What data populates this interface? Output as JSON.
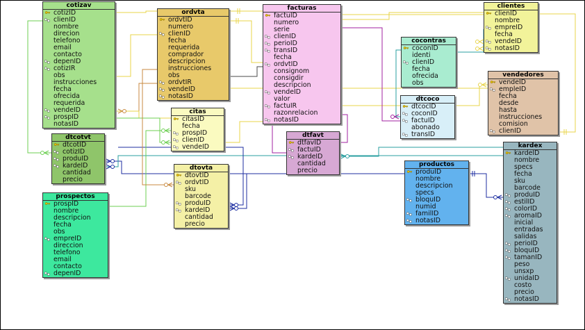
{
  "tables": [
    {
      "name": "cotizav",
      "color": "#a6e08c",
      "fields": [
        {
          "name": "cotizID",
          "icon": "key-icon"
        },
        {
          "name": "clienID",
          "icon": "fk-icon"
        },
        {
          "name": "nombre"
        },
        {
          "name": "direcion"
        },
        {
          "name": "telefono"
        },
        {
          "name": "email"
        },
        {
          "name": "contacto"
        },
        {
          "name": "depenID",
          "icon": "fk-icon"
        },
        {
          "name": "cotizIR",
          "icon": "fk-icon"
        },
        {
          "name": "obs"
        },
        {
          "name": "instrucciones"
        },
        {
          "name": "fecha"
        },
        {
          "name": "ofrecida"
        },
        {
          "name": "requerida"
        },
        {
          "name": "vendeID",
          "icon": "fk-icon"
        },
        {
          "name": "prospID",
          "icon": "fk-icon"
        },
        {
          "name": "notasID"
        }
      ]
    },
    {
      "name": "ordvta",
      "color": "#e8c96a",
      "fields": [
        {
          "name": "ordvtID",
          "icon": "key-icon"
        },
        {
          "name": "numero"
        },
        {
          "name": "clienID",
          "icon": "fk-icon"
        },
        {
          "name": "fecha"
        },
        {
          "name": "requerida"
        },
        {
          "name": "comprador"
        },
        {
          "name": "descripcion"
        },
        {
          "name": "instrucciones"
        },
        {
          "name": "obs"
        },
        {
          "name": "ordvtIR",
          "icon": "fk-icon"
        },
        {
          "name": "vendeID",
          "icon": "fk-icon"
        },
        {
          "name": "notasID",
          "icon": "fk-icon"
        }
      ]
    },
    {
      "name": "facturas",
      "color": "#f7c6ee",
      "fields": [
        {
          "name": "factuID",
          "icon": "key-icon"
        },
        {
          "name": "numero"
        },
        {
          "name": "serie"
        },
        {
          "name": "clienID",
          "icon": "fk-icon"
        },
        {
          "name": "perioID",
          "icon": "fk-icon"
        },
        {
          "name": "transID",
          "icon": "fk-icon"
        },
        {
          "name": "fecha"
        },
        {
          "name": "ordvtID",
          "icon": "fk-icon"
        },
        {
          "name": "consignom"
        },
        {
          "name": "consigdir"
        },
        {
          "name": "descripcion"
        },
        {
          "name": "vendeID",
          "icon": "fk-icon"
        },
        {
          "name": "valor"
        },
        {
          "name": "factuIR",
          "icon": "fk-icon"
        },
        {
          "name": "razonrelacion"
        },
        {
          "name": "notasID",
          "icon": "fk-icon"
        }
      ]
    },
    {
      "name": "clientes",
      "color": "#f2f39a",
      "fields": [
        {
          "name": "clienID",
          "icon": "key-icon"
        },
        {
          "name": "nombre"
        },
        {
          "name": "empreID",
          "icon": "fk-icon"
        },
        {
          "name": "fecha"
        },
        {
          "name": "vendeID",
          "icon": "fk-icon"
        },
        {
          "name": "notasID",
          "icon": "fk-icon"
        }
      ]
    },
    {
      "name": "cocontras",
      "color": "#a9ecd0",
      "fields": [
        {
          "name": "coconID",
          "icon": "key-icon"
        },
        {
          "name": "identi"
        },
        {
          "name": "clienID",
          "icon": "fk-icon"
        },
        {
          "name": "fecha"
        },
        {
          "name": "ofrecida"
        },
        {
          "name": "obs"
        }
      ]
    },
    {
      "name": "vendedores",
      "color": "#e0c3a8",
      "fields": [
        {
          "name": "vendeID",
          "icon": "key-icon"
        },
        {
          "name": "empleID",
          "icon": "fk-icon"
        },
        {
          "name": "fecha"
        },
        {
          "name": "desde"
        },
        {
          "name": "hasta"
        },
        {
          "name": "instrucciones"
        },
        {
          "name": "comision"
        },
        {
          "name": "clienID",
          "icon": "fk-icon"
        }
      ]
    },
    {
      "name": "dtcoco",
      "color": "#d8eff8",
      "fields": [
        {
          "name": "dtcocID",
          "icon": "key-icon"
        },
        {
          "name": "coconID",
          "icon": "fk-icon"
        },
        {
          "name": "factuID",
          "icon": "fk-icon"
        },
        {
          "name": "abonado"
        },
        {
          "name": "transID",
          "icon": "fk-icon"
        }
      ]
    },
    {
      "name": "citas",
      "color": "#fafac0",
      "fields": [
        {
          "name": "citasID",
          "icon": "key-icon"
        },
        {
          "name": "fecha"
        },
        {
          "name": "prospID",
          "icon": "fk-icon"
        },
        {
          "name": "clienID",
          "icon": "fk-icon"
        },
        {
          "name": "vendeID",
          "icon": "fk-icon"
        }
      ]
    },
    {
      "name": "dtfavt",
      "color": "#d7a8d4",
      "fields": [
        {
          "name": "dtfavID",
          "icon": "key-icon"
        },
        {
          "name": "factuID",
          "icon": "fk-icon"
        },
        {
          "name": "kardeID",
          "icon": "fk-icon"
        },
        {
          "name": "cantidad"
        },
        {
          "name": "precio"
        }
      ]
    },
    {
      "name": "dtcotvt",
      "color": "#8fc56a",
      "fields": [
        {
          "name": "dtcotID",
          "icon": "key-icon"
        },
        {
          "name": "cotizID",
          "icon": "fk-icon"
        },
        {
          "name": "produID",
          "icon": "fk-icon"
        },
        {
          "name": "kardeID",
          "icon": "fk-icon"
        },
        {
          "name": "cantidad"
        },
        {
          "name": "precio"
        }
      ]
    },
    {
      "name": "kardex",
      "color": "#98b6bf",
      "fields": [
        {
          "name": "kardeID",
          "icon": "key-icon"
        },
        {
          "name": "nombre"
        },
        {
          "name": "specs"
        },
        {
          "name": "fecha"
        },
        {
          "name": "sku"
        },
        {
          "name": "barcode"
        },
        {
          "name": "produID",
          "icon": "fk-icon"
        },
        {
          "name": "estilID",
          "icon": "fk-icon"
        },
        {
          "name": "colorID",
          "icon": "fk-icon"
        },
        {
          "name": "aromaID",
          "icon": "fk-icon"
        },
        {
          "name": "inicial"
        },
        {
          "name": "entradas"
        },
        {
          "name": "salidas"
        },
        {
          "name": "perioID",
          "icon": "fk-icon"
        },
        {
          "name": "bloquID",
          "icon": "fk-icon"
        },
        {
          "name": "tamanID",
          "icon": "fk-icon"
        },
        {
          "name": "peso"
        },
        {
          "name": "unsxp"
        },
        {
          "name": "unidaID",
          "icon": "fk-icon"
        },
        {
          "name": "costo"
        },
        {
          "name": "precio"
        },
        {
          "name": "notasID",
          "icon": "fk-icon"
        }
      ]
    },
    {
      "name": "dtovta",
      "color": "#f4f0a6",
      "fields": [
        {
          "name": "dtovtID",
          "icon": "key-icon"
        },
        {
          "name": "ordvtID",
          "icon": "fk-icon"
        },
        {
          "name": "sku"
        },
        {
          "name": "barcode"
        },
        {
          "name": "produID",
          "icon": "fk-icon"
        },
        {
          "name": "kardeID",
          "icon": "fk-icon"
        },
        {
          "name": "cantidad"
        },
        {
          "name": "precio"
        }
      ]
    },
    {
      "name": "productos",
      "color": "#62b2ee",
      "fields": [
        {
          "name": "produID",
          "icon": "key-icon"
        },
        {
          "name": "nombre"
        },
        {
          "name": "descripcion"
        },
        {
          "name": "specs"
        },
        {
          "name": "bloquID",
          "icon": "fk-icon"
        },
        {
          "name": "numid"
        },
        {
          "name": "familID",
          "icon": "fk-icon"
        },
        {
          "name": "notasID",
          "icon": "fk-icon"
        }
      ]
    },
    {
      "name": "prospectos",
      "color": "#3de89e",
      "fields": [
        {
          "name": "prospID",
          "icon": "key-icon"
        },
        {
          "name": "nombre"
        },
        {
          "name": "descripcion"
        },
        {
          "name": "fecha"
        },
        {
          "name": "obs"
        },
        {
          "name": "empreID",
          "icon": "fk-icon"
        },
        {
          "name": "direccion"
        },
        {
          "name": "telefono"
        },
        {
          "name": "email"
        },
        {
          "name": "contacto"
        },
        {
          "name": "depenID",
          "icon": "fk-icon"
        }
      ]
    }
  ],
  "colors": {
    "relation_yellow": "#e8d44a",
    "relation_green": "#6ccf52",
    "relation_blue": "#1c2da0",
    "relation_purple": "#a020a0",
    "relation_teal": "#2a9fa0",
    "relation_orange": "#c88a40",
    "relation_dark": "#4a4a4a"
  }
}
